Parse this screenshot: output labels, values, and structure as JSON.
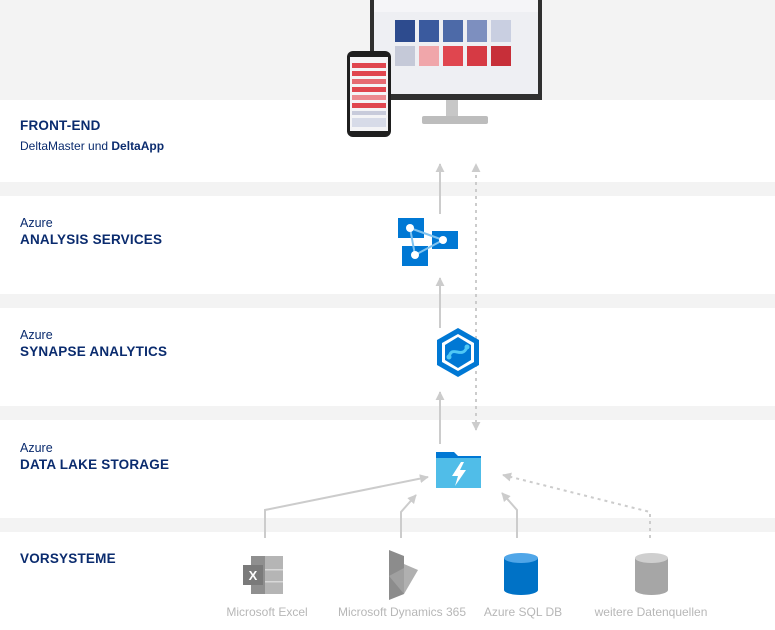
{
  "layers": {
    "frontend": {
      "title": "FRONT-END",
      "desc_a": "DeltaMaster",
      "desc_and": " und ",
      "desc_b": "DeltaApp"
    },
    "analysis": {
      "prefix": "Azure",
      "title": "ANALYSIS SERVICES"
    },
    "synapse": {
      "prefix": "Azure",
      "title": "SYNAPSE ANALYTICS"
    },
    "lake": {
      "prefix": "Azure",
      "title": "DATA LAKE STORAGE"
    },
    "vorsysteme": {
      "title": "VORSYSTEME"
    }
  },
  "sources": [
    {
      "label": "Microsoft Excel",
      "icon": "excel-icon"
    },
    {
      "label": "Microsoft Dynamics 365",
      "icon": "dynamics-icon"
    },
    {
      "label": "Azure SQL DB",
      "icon": "sql-db-icon"
    },
    {
      "label": "weitere Datenquellen",
      "icon": "database-icon"
    }
  ],
  "services": [
    {
      "icon": "analysis-services-icon"
    },
    {
      "icon": "synapse-analytics-icon"
    },
    {
      "icon": "data-lake-storage-icon"
    }
  ],
  "colors": {
    "label_navy": "#0a2b6e",
    "azure_blue": "#0078d4",
    "arrow_gray": "#cccccc",
    "source_gray": "#a6a6a6",
    "dashboard_red": "#e0464f",
    "dashboard_navy": "#2d4b8e"
  }
}
